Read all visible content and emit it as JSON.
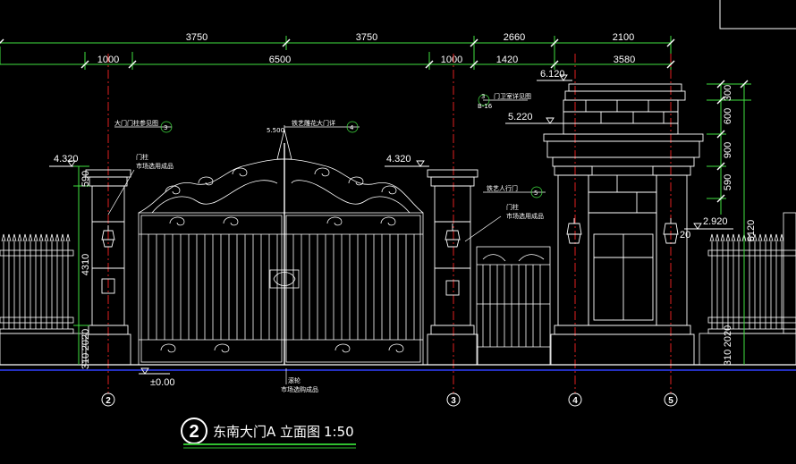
{
  "dimensions": {
    "top_row": [
      "3750",
      "3750",
      "2660",
      "2100"
    ],
    "second_row": [
      "1000",
      "6500",
      "1000",
      "1420",
      "3580"
    ],
    "right_column": [
      "300",
      "600",
      "900",
      "590",
      "6120"
    ],
    "left_column": [
      "590",
      "4310",
      "2020",
      "310"
    ],
    "right_bottom": [
      "310",
      "2020"
    ]
  },
  "levels": {
    "pier_left": "4.320",
    "pier_mid": "4.320",
    "guard_top": "6.120",
    "guard_cornice": "5.220",
    "guard_right": "2.920",
    "ground": "±0.00",
    "guard_small": "20"
  },
  "notes": {
    "gate_pier": "大门门柱参见图",
    "gate_pier_ref": "3",
    "main_gate": "铁艺雕花大门详",
    "main_gate_ref": "4",
    "gate_light": "门柱",
    "gate_light2": "市场选用成品",
    "side_gate": "铁艺人行门",
    "side_gate_ref": "5",
    "side_light": "门柱",
    "side_light2": "市场选用成品",
    "guard_house": "门卫室详见图",
    "guard_house_ref": "3",
    "guard_house_sheet": "B-16",
    "track": "滚轮",
    "track2": "市场选购成品",
    "gate_height": "5.500"
  },
  "axes": [
    "2",
    "3",
    "4",
    "5"
  ],
  "drawing_title": {
    "number": "2",
    "name": "东南大门A 立面图",
    "scale": "1:50"
  },
  "colors": {
    "background": "#000000",
    "lines": "#ffffff",
    "axis_red": "#e02020",
    "ground_blue": "#3040ff",
    "dim_green": "#40e040",
    "dim_yellow": "#e0e040",
    "title_green": "#30c030"
  }
}
